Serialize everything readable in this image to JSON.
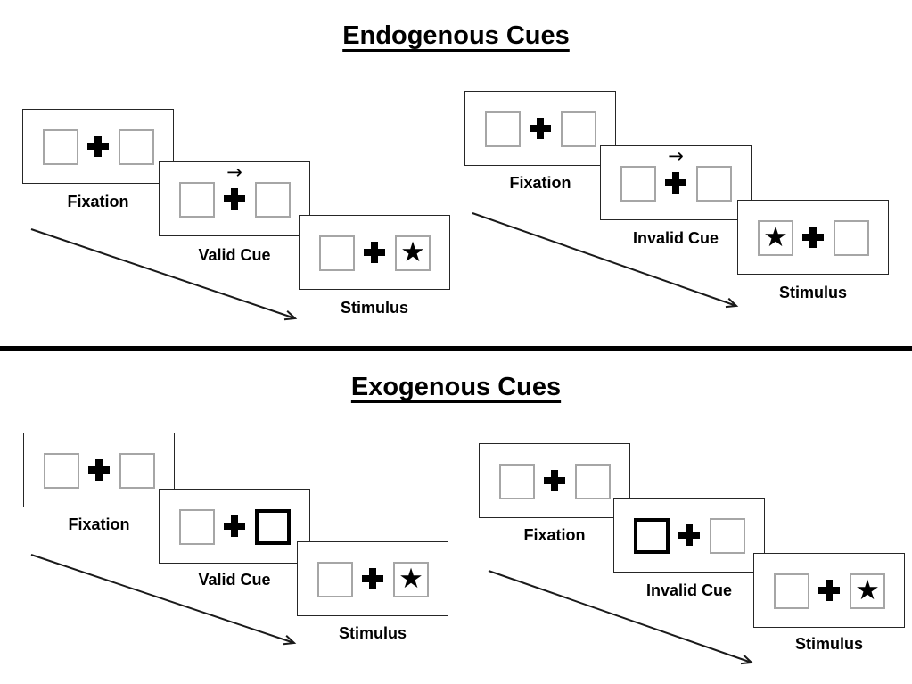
{
  "colors": {
    "ink": "#000000",
    "panel_border": "#262626",
    "box_border": "#a6a6a6",
    "background": "#ffffff"
  },
  "symbols": {
    "fixation_cross": "+",
    "target_star": "★",
    "cue_arrow": "→"
  },
  "sections": [
    {
      "title": "Endogenous Cues",
      "trials": [
        {
          "name": "valid-trial",
          "panels": [
            {
              "label": "Fixation",
              "left_box": "",
              "right_box": "",
              "cue": ""
            },
            {
              "label": "Valid Cue",
              "left_box": "",
              "right_box": "",
              "cue": "→"
            },
            {
              "label": "Stimulus",
              "left_box": "",
              "right_box": "★",
              "cue": ""
            }
          ]
        },
        {
          "name": "invalid-trial",
          "panels": [
            {
              "label": "Fixation",
              "left_box": "",
              "right_box": "",
              "cue": ""
            },
            {
              "label": "Invalid Cue",
              "left_box": "",
              "right_box": "",
              "cue": "→"
            },
            {
              "label": "Stimulus",
              "left_box": "★",
              "right_box": "",
              "cue": ""
            }
          ]
        }
      ]
    },
    {
      "title": "Exogenous Cues",
      "trials": [
        {
          "name": "valid-trial",
          "panels": [
            {
              "label": "Fixation",
              "left_box": "",
              "right_box": "",
              "cue": "",
              "highlighted_box": ""
            },
            {
              "label": "Valid Cue",
              "left_box": "",
              "right_box": "",
              "cue": "",
              "highlighted_box": "right"
            },
            {
              "label": "Stimulus",
              "left_box": "",
              "right_box": "★",
              "cue": "",
              "highlighted_box": ""
            }
          ]
        },
        {
          "name": "invalid-trial",
          "panels": [
            {
              "label": "Fixation",
              "left_box": "",
              "right_box": "",
              "cue": "",
              "highlighted_box": ""
            },
            {
              "label": "Invalid Cue",
              "left_box": "",
              "right_box": "",
              "cue": "",
              "highlighted_box": "left"
            },
            {
              "label": "Stimulus",
              "left_box": "",
              "right_box": "★",
              "cue": "",
              "highlighted_box": ""
            }
          ]
        }
      ]
    }
  ]
}
